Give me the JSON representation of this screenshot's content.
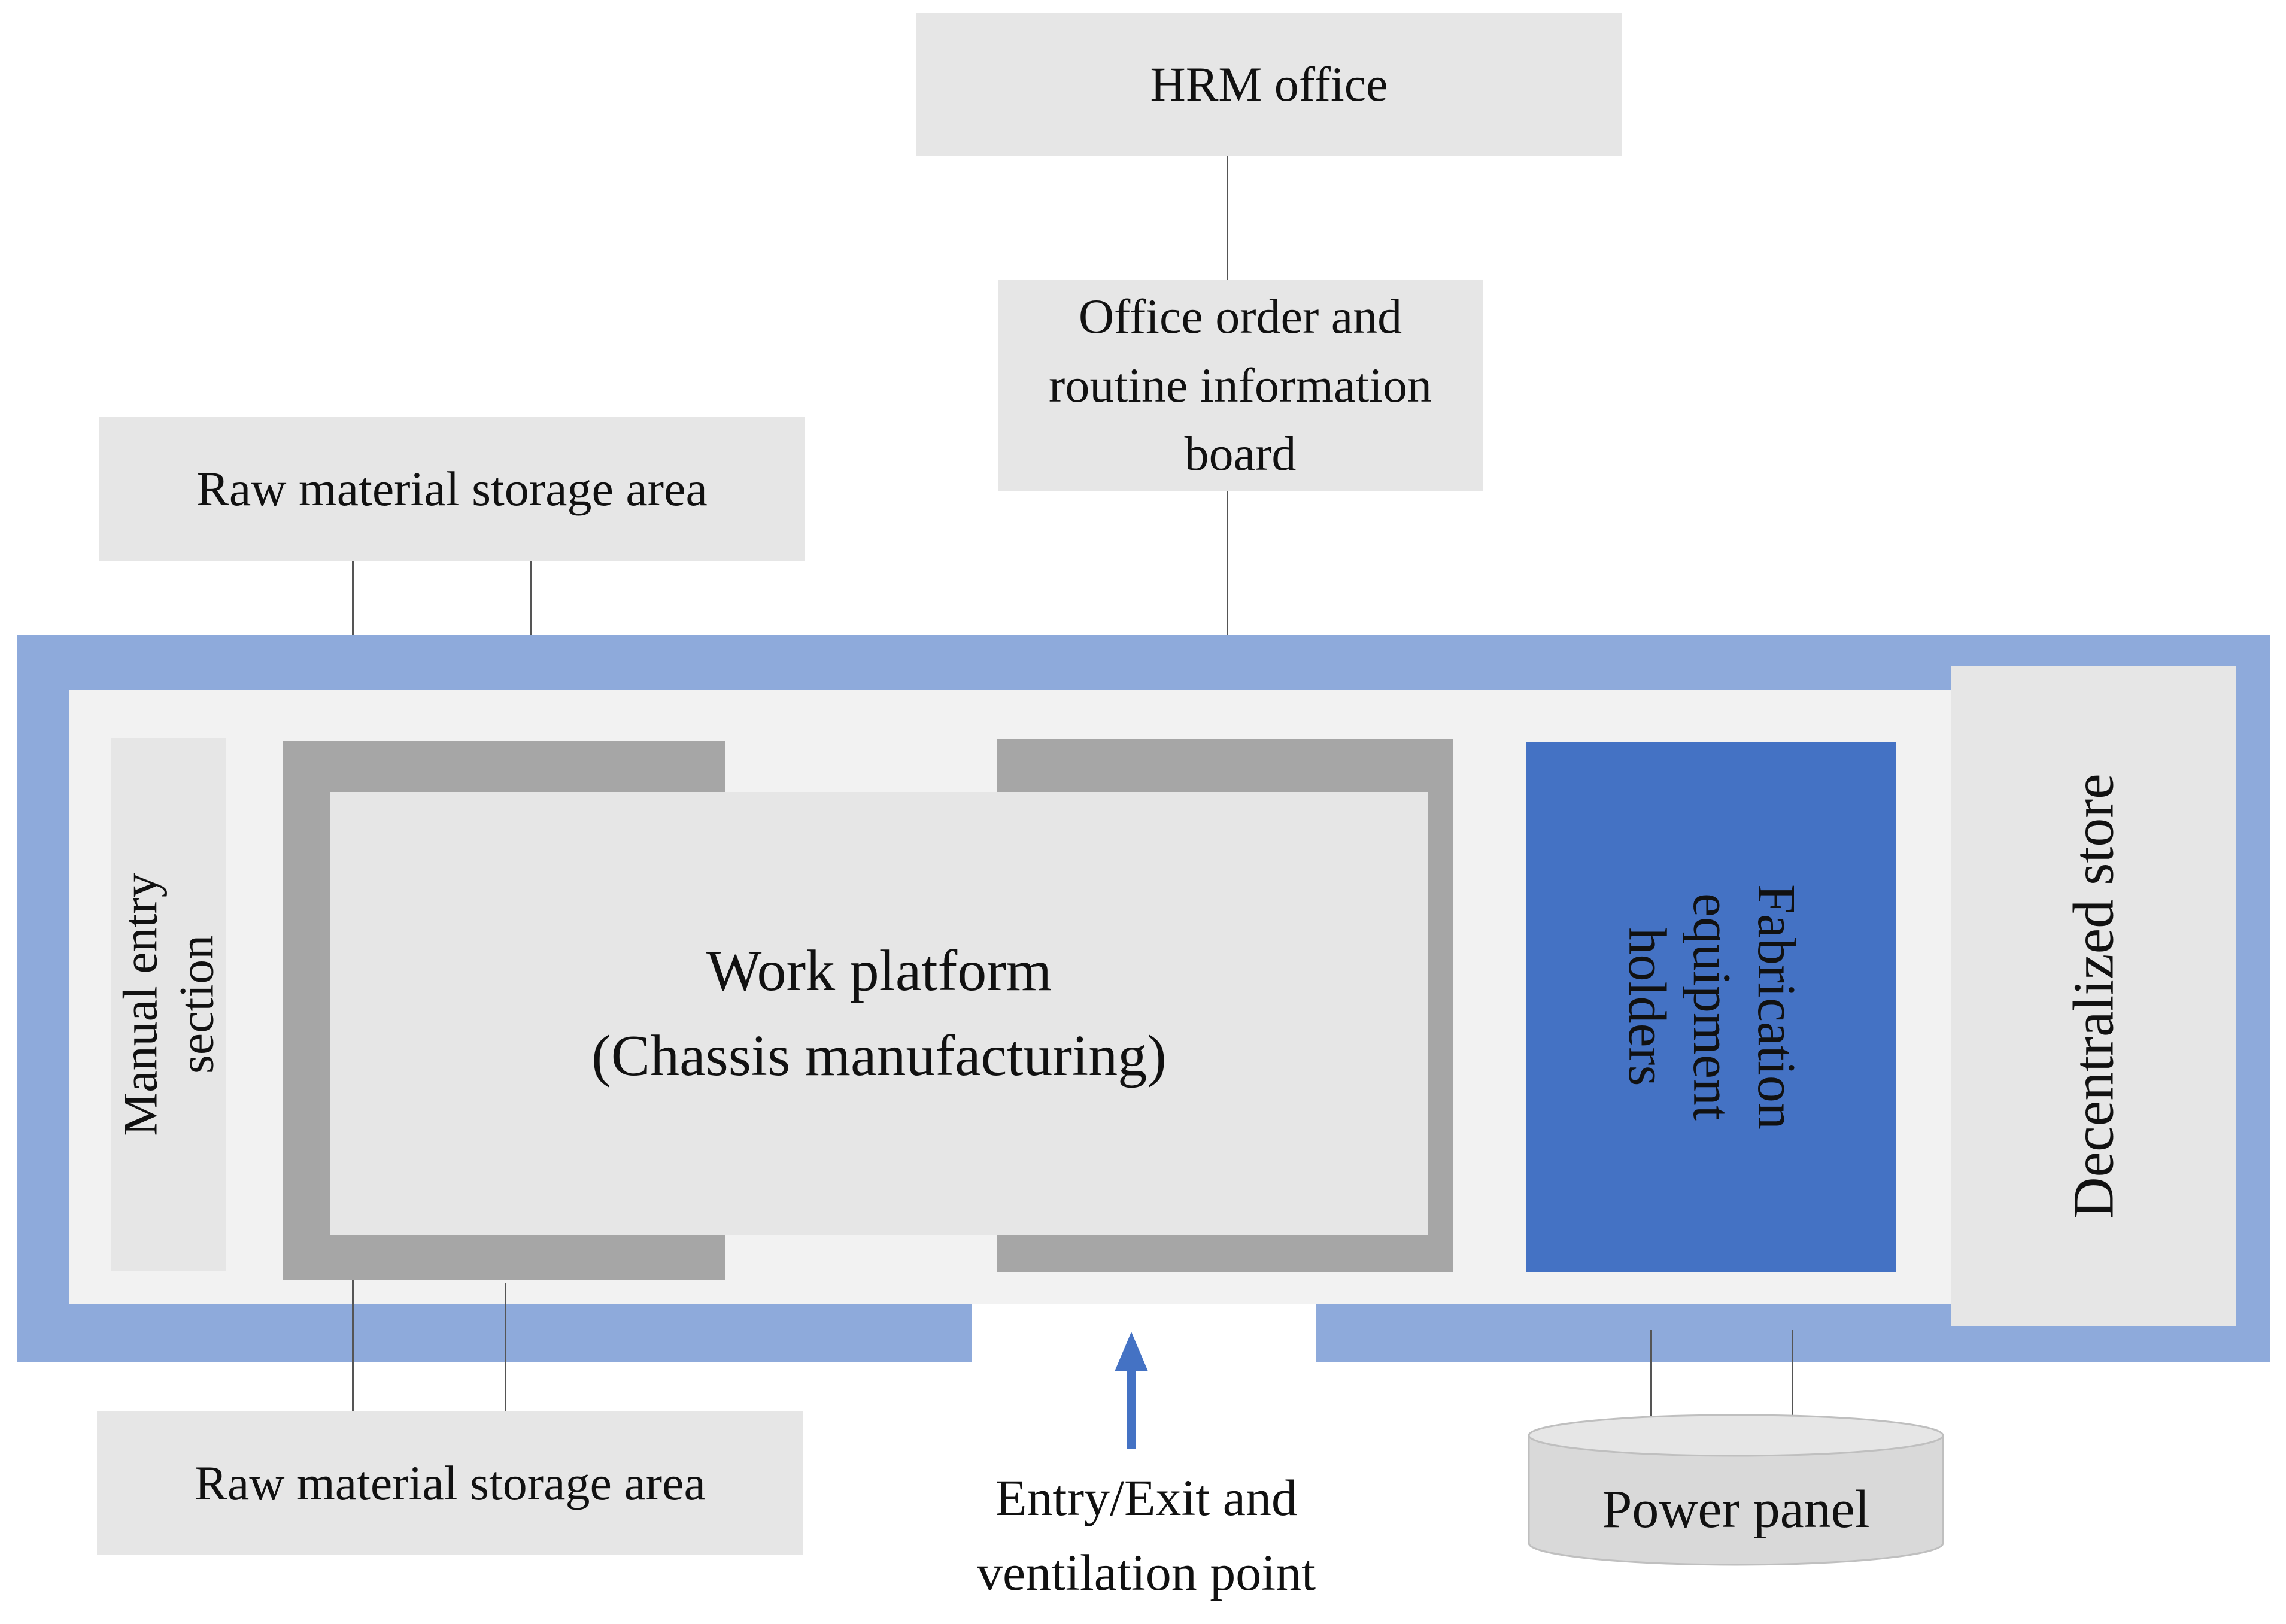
{
  "labels": {
    "hrm_office": "HRM office",
    "office_board": "Office order and routine information board",
    "raw_storage_top": "Raw material storage area",
    "raw_storage_bottom": "Raw material storage area",
    "manual_entry": "Manual entry section",
    "work_platform_line1": "Work platform",
    "work_platform_line2": "(Chassis manufacturing)",
    "fabrication": "Fabrication equipment holders",
    "decentralized_store": "Decentralized store",
    "entry_exit": "Entry/Exit and ventilation point",
    "power_panel": "Power panel"
  },
  "colors": {
    "outer_wall": "#8eaadb",
    "inner_floor": "#f2f2f2",
    "label_box": "#e6e6e6",
    "frame": "#a6a6a6",
    "fabrication_fill": "#4472c4",
    "arrow": "#4472c4",
    "connector": "#555555"
  },
  "icons": {
    "entry_arrow": "arrow-up-icon"
  }
}
